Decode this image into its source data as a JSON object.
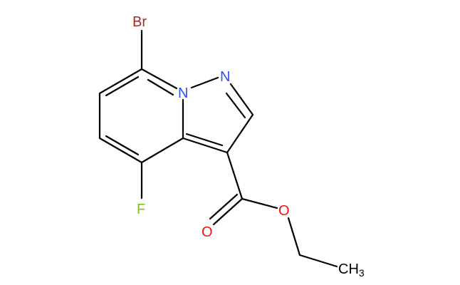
{
  "molecule": {
    "atoms": {
      "br": {
        "label": "Br",
        "color": "#a52a2a"
      },
      "n1": {
        "label": "N",
        "color": "#3050f8"
      },
      "n2": {
        "label": "N",
        "color": "#3050f8"
      },
      "f": {
        "label": "F",
        "color": "#7fc31c"
      },
      "o_carbonyl": {
        "label": "O",
        "color": "#ff0d0d"
      },
      "o_ester": {
        "label": "O",
        "color": "#ff0d0d"
      },
      "ch3": {
        "label": "CH",
        "subscript": "3",
        "color": "#000000"
      }
    },
    "bond_color": "#000000"
  }
}
